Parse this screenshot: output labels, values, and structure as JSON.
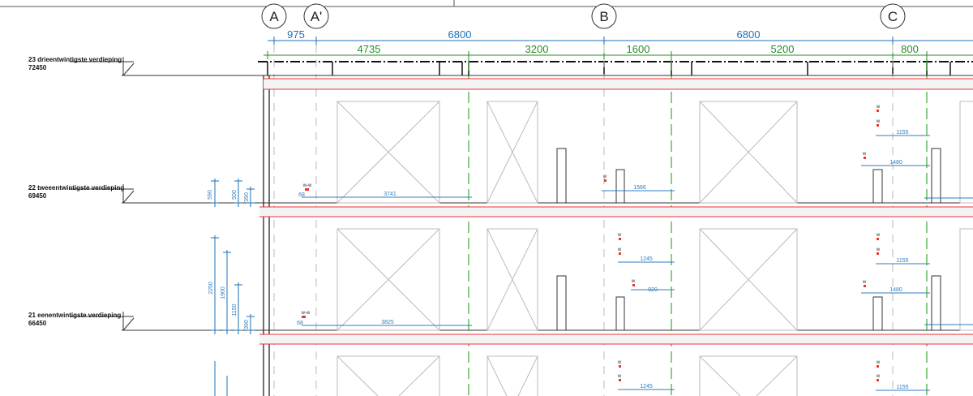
{
  "grid_labels": [
    "A",
    "A'",
    "B",
    "C"
  ],
  "grid_dimensions": [
    "975",
    "6800",
    "6800"
  ],
  "bay_dimensions": [
    "4735",
    "3200",
    "1600",
    "5200",
    "800"
  ],
  "levels": [
    {
      "name": "23 drieentwintigste verdieping",
      "elevation": "72450"
    },
    {
      "name": "22 tweeentwintigste verdieping",
      "elevation": "69450"
    },
    {
      "name": "21 eenentwintigste verdieping",
      "elevation": "66450"
    }
  ],
  "left_dims": {
    "l22": [
      "590",
      "500",
      "390"
    ],
    "l21": [
      "2250",
      "1900",
      "1150",
      "390"
    ]
  },
  "floor22": {
    "d68": "68",
    "d1": "3741",
    "d2": "1566",
    "d3": "1155",
    "d4": "1480",
    "ww": "w-w",
    "w": "w"
  },
  "floor21": {
    "d68": "68",
    "d1": "3825",
    "d2": "1245",
    "d3": "920",
    "d4": "1155",
    "d5": "1480",
    "ww": "w-w",
    "w": "w"
  },
  "floor20": {
    "d2": "1245",
    "d4": "1155",
    "w": "w"
  },
  "colors": {
    "dimension": "#1f6fb5",
    "grid": "#2a8a2a",
    "slab": "#e33",
    "wall": "#333"
  }
}
